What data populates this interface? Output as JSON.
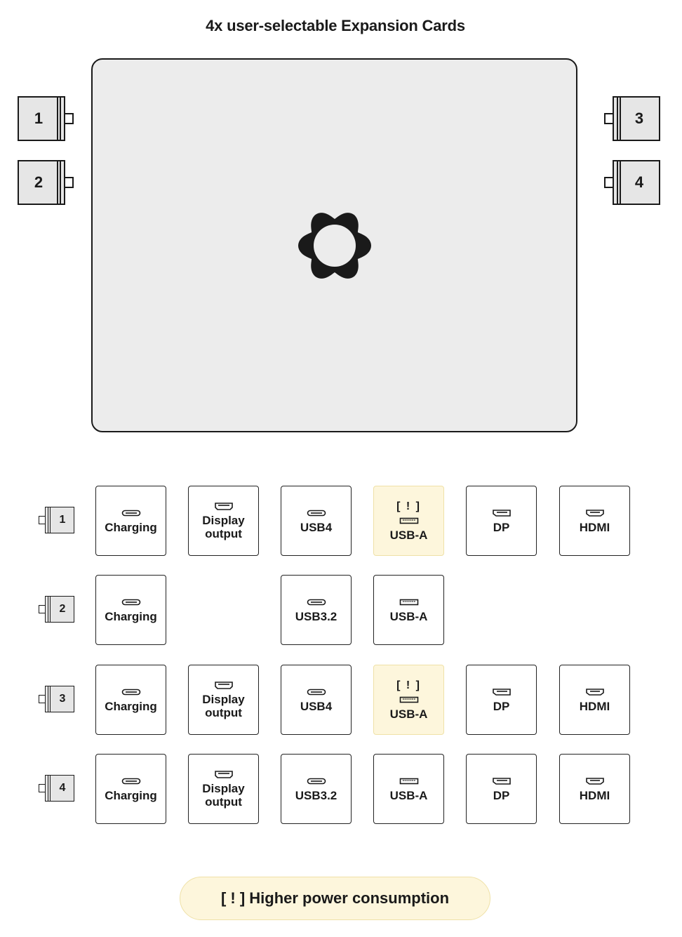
{
  "title": "4x user-selectable Expansion Cards",
  "colors": {
    "highlight_bg": "#fdf6dc",
    "highlight_border": "#efe1a7",
    "laptop_bg": "#ececec"
  },
  "bays": [
    {
      "num": "1",
      "side": "left"
    },
    {
      "num": "2",
      "side": "left"
    },
    {
      "num": "3",
      "side": "right"
    },
    {
      "num": "4",
      "side": "right"
    }
  ],
  "rows": [
    {
      "num": "1",
      "cards": [
        {
          "label": "Charging",
          "icon": "usb-c-port-icon",
          "col": 0
        },
        {
          "label": "Display\noutput",
          "icon": "display-port-icon",
          "col": 1
        },
        {
          "label": "USB4",
          "icon": "usb-c-port-icon",
          "col": 2
        },
        {
          "label": "USB-A",
          "icon": "usb-a-port-icon",
          "col": 3,
          "warn": "[ ! ]"
        },
        {
          "label": "DP",
          "icon": "dp-port-icon",
          "col": 4
        },
        {
          "label": "HDMI",
          "icon": "hdmi-port-icon",
          "col": 5
        }
      ]
    },
    {
      "num": "2",
      "cards": [
        {
          "label": "Charging",
          "icon": "usb-c-port-icon",
          "col": 0
        },
        {
          "label": "USB3.2",
          "icon": "usb-c-port-icon",
          "col": 2
        },
        {
          "label": "USB-A",
          "icon": "usb-a-port-icon",
          "col": 3
        }
      ]
    },
    {
      "num": "3",
      "cards": [
        {
          "label": "Charging",
          "icon": "usb-c-port-icon",
          "col": 0
        },
        {
          "label": "Display\noutput",
          "icon": "display-port-icon",
          "col": 1
        },
        {
          "label": "USB4",
          "icon": "usb-c-port-icon",
          "col": 2
        },
        {
          "label": "USB-A",
          "icon": "usb-a-port-icon",
          "col": 3,
          "warn": "[ ! ]"
        },
        {
          "label": "DP",
          "icon": "dp-port-icon",
          "col": 4
        },
        {
          "label": "HDMI",
          "icon": "hdmi-port-icon",
          "col": 5
        }
      ]
    },
    {
      "num": "4",
      "cards": [
        {
          "label": "Charging",
          "icon": "usb-c-port-icon",
          "col": 0
        },
        {
          "label": "Display\noutput",
          "icon": "display-port-icon",
          "col": 1
        },
        {
          "label": "USB3.2",
          "icon": "usb-c-port-icon",
          "col": 2
        },
        {
          "label": "USB-A",
          "icon": "usb-a-port-icon",
          "col": 3
        },
        {
          "label": "DP",
          "icon": "dp-port-icon",
          "col": 4
        },
        {
          "label": "HDMI",
          "icon": "hdmi-port-icon",
          "col": 5
        }
      ]
    }
  ],
  "legend": "[ ! ]  Higher power consumption"
}
